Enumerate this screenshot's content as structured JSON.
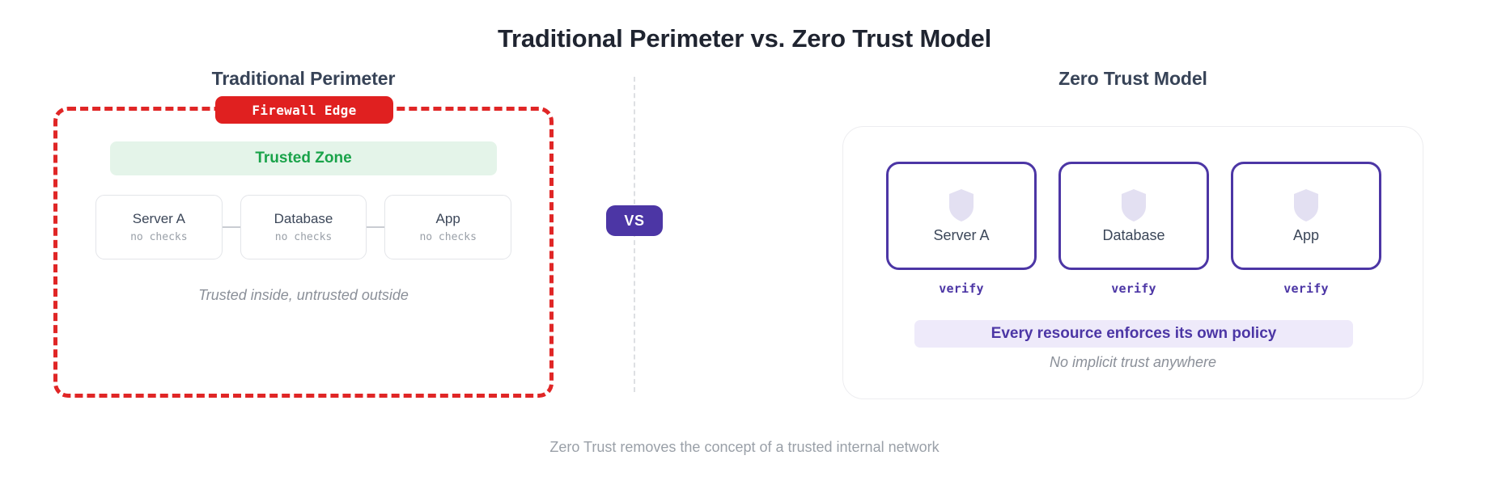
{
  "title": "Traditional Perimeter vs. Zero Trust Model",
  "left_panel": {
    "heading": "Traditional Perimeter",
    "firewall_badge": "Firewall Edge",
    "trusted_zone": "Trusted Zone",
    "nodes": [
      {
        "label": "Server A",
        "sub": "no checks"
      },
      {
        "label": "Database",
        "sub": "no checks"
      },
      {
        "label": "App",
        "sub": "no checks"
      }
    ],
    "caption": "Trusted inside, untrusted outside",
    "border_color": "#e02626",
    "badge_color": "#e02020",
    "zone_text_color": "#1aa34a",
    "zone_bg_color": "#e4f4e9"
  },
  "center": {
    "vs_label": "VS",
    "badge_color": "#4c36a5",
    "divider_color": "#dddfe3"
  },
  "right_panel": {
    "heading": "Zero Trust Model",
    "nodes": [
      {
        "label": "Server A",
        "verify": "verify",
        "icon": "shield-icon"
      },
      {
        "label": "Database",
        "verify": "verify",
        "icon": "shield-icon"
      },
      {
        "label": "App",
        "verify": "verify",
        "icon": "shield-icon"
      }
    ],
    "policy_banner": "Every resource enforces its own policy",
    "caption": "No implicit trust anywhere",
    "accent_color": "#4c36a5",
    "banner_bg_color": "#eeeafa",
    "shield_fill": "#e3e0f2"
  },
  "footer": {
    "note": "Zero Trust removes the concept of a trusted internal network"
  }
}
